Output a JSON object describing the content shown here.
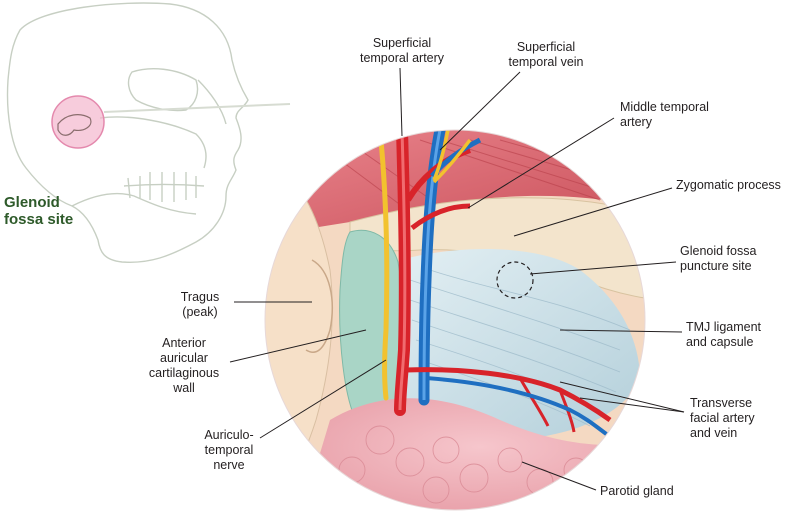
{
  "inset": {
    "title_line1": "Glenoid",
    "title_line2": "fossa site"
  },
  "labels": {
    "superficial_temporal_artery_1": "Superficial",
    "superficial_temporal_artery_2": "temporal artery",
    "superficial_temporal_vein_1": "Superficial",
    "superficial_temporal_vein_2": "temporal vein",
    "middle_temporal_artery_1": "Middle temporal",
    "middle_temporal_artery_2": "artery",
    "zygomatic_process": "Zygomatic process",
    "glenoid_fossa_puncture_1": "Glenoid fossa",
    "glenoid_fossa_puncture_2": "puncture site",
    "tmj_ligament_1": "TMJ ligament",
    "tmj_ligament_2": "and capsule",
    "transverse_facial_1": "Transverse",
    "transverse_facial_2": "facial artery",
    "transverse_facial_3": "and vein",
    "parotid_gland": "Parotid gland",
    "tragus_1": "Tragus",
    "tragus_2": "(peak)",
    "anterior_auricular_1": "Anterior",
    "anterior_auricular_2": "auricular",
    "anterior_auricular_3": "cartilaginous",
    "anterior_auricular_4": "wall",
    "auriculotemporal_1": "Auriculo-",
    "auriculotemporal_2": "temporal",
    "auriculotemporal_3": "nerve"
  },
  "colors": {
    "artery": "#d8232a",
    "vein": "#1f6fc1",
    "nerve": "#f2c22e",
    "muscle": "#d9646a",
    "ligament": "#cfe2ea",
    "cartilage": "#a9d5c6",
    "bone": "#f1e0c6",
    "gland": "#f0b1b8",
    "title_green": "#2e5a2a"
  }
}
